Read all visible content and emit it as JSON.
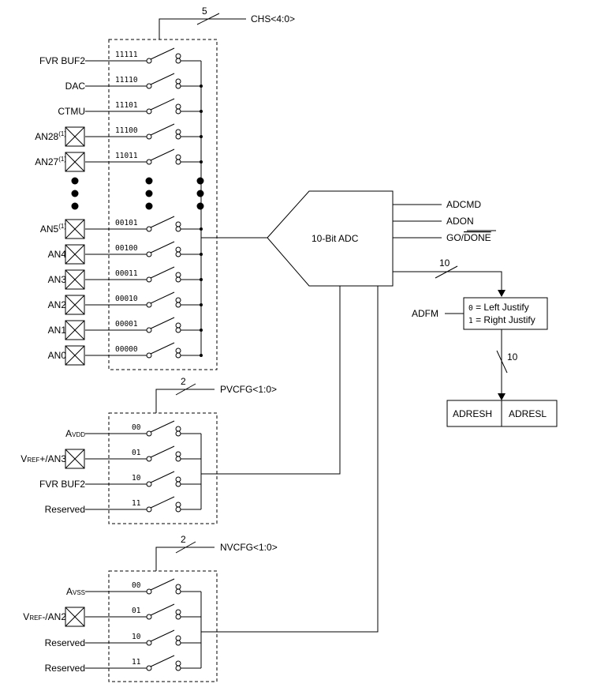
{
  "channel_mux": {
    "bus_width": "5",
    "bus_label": "CHS<4:0>",
    "inputs": [
      {
        "name": "FVR BUF2",
        "code": "11111",
        "pin": false
      },
      {
        "name": "DAC",
        "code": "11110",
        "pin": false
      },
      {
        "name": "CTMU",
        "code": "11101",
        "pin": false
      },
      {
        "name": "AN28",
        "note": "(1)",
        "code": "11100",
        "pin": true
      },
      {
        "name": "AN27",
        "note": "(1)",
        "code": "11011",
        "pin": true
      },
      {
        "name": "AN5",
        "note": "(1)",
        "code": "00101",
        "pin": true
      },
      {
        "name": "AN4",
        "code": "00100",
        "pin": true
      },
      {
        "name": "AN3",
        "code": "00011",
        "pin": true
      },
      {
        "name": "AN2",
        "code": "00010",
        "pin": true
      },
      {
        "name": "AN1",
        "code": "00001",
        "pin": true
      },
      {
        "name": "AN0",
        "code": "00000",
        "pin": true
      }
    ]
  },
  "adc": {
    "label": "10-Bit ADC",
    "control_signals": [
      "ADCMD",
      "ADON",
      "GO/"
    ],
    "done_label": "DONE",
    "output_width": "10"
  },
  "format": {
    "select_label": "ADFM",
    "opt0_code": "0",
    "opt0_text": " = Left Justify",
    "opt1_code": "1",
    "opt1_text": " = Right Justify",
    "output_width": "10"
  },
  "result": {
    "high": "ADRESH",
    "low": "ADRESL"
  },
  "pos_ref_mux": {
    "bus_width": "2",
    "bus_label": "PVCFG<1:0>",
    "inputs": [
      {
        "name": "A",
        "sub": "VDD",
        "code": "00",
        "pin": false
      },
      {
        "name": "V",
        "sub": "REF",
        "suffix": "+/AN3",
        "code": "01",
        "pin": true
      },
      {
        "name": "FVR BUF2",
        "code": "10",
        "pin": false
      },
      {
        "name": "Reserved",
        "code": "11",
        "pin": false
      }
    ]
  },
  "neg_ref_mux": {
    "bus_width": "2",
    "bus_label": "NVCFG<1:0>",
    "inputs": [
      {
        "name": "A",
        "sub": "VSS",
        "code": "00",
        "pin": false
      },
      {
        "name": "V",
        "sub": "REF",
        "suffix": "-/AN2",
        "code": "01",
        "pin": true
      },
      {
        "name": "Reserved",
        "code": "10",
        "pin": false
      },
      {
        "name": "Reserved",
        "code": "11",
        "pin": false
      }
    ]
  }
}
